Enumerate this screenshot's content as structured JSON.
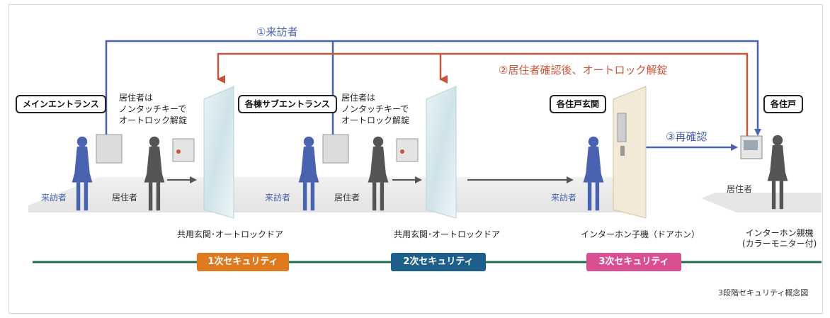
{
  "colors": {
    "blue": "#4a63b0",
    "red": "#c9563a",
    "dark": "#4f4f4f",
    "green": "#1f6b4f",
    "orange": "#e07a1f",
    "navy": "#1d5f8a",
    "pink": "#d94f92"
  },
  "steps": {
    "visitor": "①来訪者",
    "resident_unlock": "②居住者確認後、オートロック解錠",
    "reconfirm": "③再確認"
  },
  "locations": {
    "main_entrance": "メインエントランス",
    "sub_entrance": "各棟サブエントランス",
    "unit_entrance": "各住戸玄関",
    "unit": "各住戸"
  },
  "notes": {
    "main": [
      "居住者は",
      "ノンタッチキーで",
      "オートロック解錠"
    ],
    "sub": [
      "居住者は",
      "ノンタッチキーで",
      "オートロック解錠"
    ]
  },
  "people": {
    "visitor_label": "来訪者",
    "resident_label": "居住者"
  },
  "captions": {
    "door1": "共用玄関･オートロックドア",
    "door2": "共用玄関･オートロックドア",
    "intercom_child": "インターホン子機（ドアホン）",
    "intercom_parent_1": "インターホン親機",
    "intercom_parent_2": "(カラーモニター付)"
  },
  "security": {
    "level1": "1次セキュリティ",
    "level2": "2次セキュリティ",
    "level3": "3次セキュリティ"
  },
  "figure_caption": "3段階セキュリティ概念図"
}
